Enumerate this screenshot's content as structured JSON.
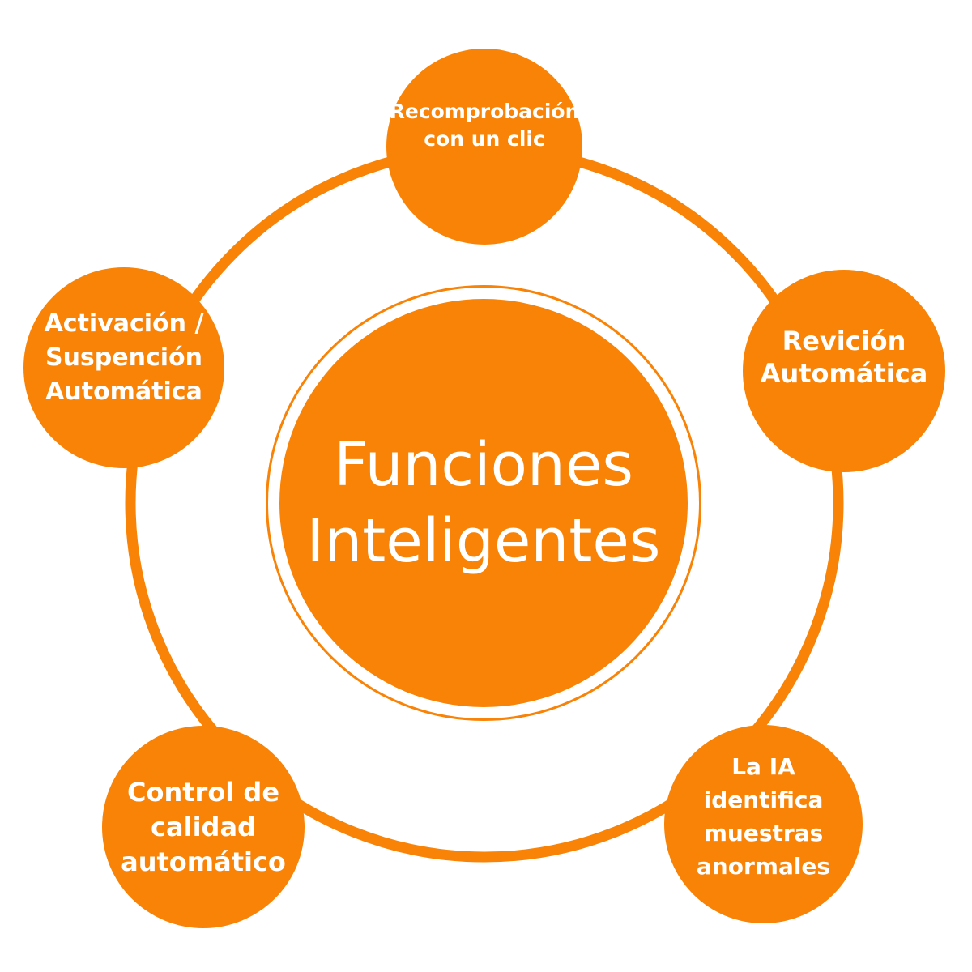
{
  "colors": {
    "accent": "#f98306",
    "text": "#ffffff",
    "background": "#ffffff"
  },
  "center": {
    "line1": "Funciones",
    "line2": "Inteligentes"
  },
  "nodes": {
    "top": {
      "line1": "Recomprobación",
      "line2": "con un clic"
    },
    "right": {
      "line1": "Revición",
      "line2": "Automática"
    },
    "left": {
      "line1": "Activación /",
      "line2": "Suspención",
      "line3": "Automática"
    },
    "bottom_left": {
      "line1": "Control de",
      "line2": "calidad",
      "line3": "automático"
    },
    "bottom_right": {
      "line1": "La IA",
      "line2": "identifica",
      "line3": "muestras",
      "line4": "anormales"
    }
  }
}
